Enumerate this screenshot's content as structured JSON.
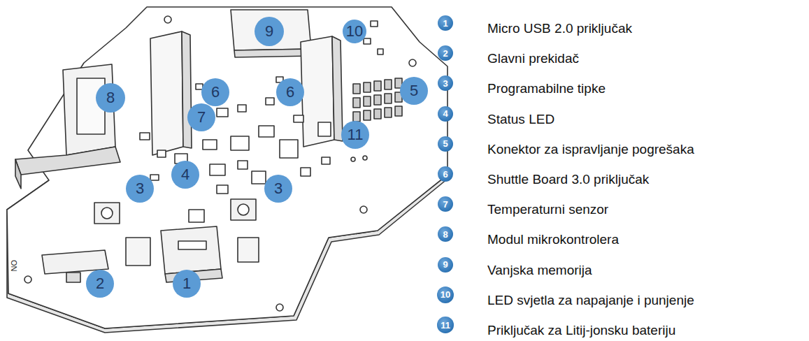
{
  "diagram": {
    "nodes": [
      {
        "text": [
          "9"
        ]
      },
      {
        "text": [
          "10"
        ]
      },
      {
        "text": [
          "6"
        ]
      },
      {
        "text": [
          "6"
        ]
      },
      {
        "text": [
          "5"
        ]
      },
      {
        "text": [
          "8"
        ]
      },
      {
        "text": [
          "7"
        ]
      },
      {
        "text": [
          "11"
        ]
      },
      {
        "text": [
          "4"
        ]
      },
      {
        "text": [
          "3"
        ]
      },
      {
        "text": [
          "3"
        ]
      },
      {
        "text": [
          "2"
        ]
      },
      {
        "text": [
          "1"
        ]
      },
      {
        "text": [
          "1"
        ]
      },
      {
        "text": [
          "2"
        ]
      },
      {
        "text": [
          "3"
        ]
      },
      {
        "text": [
          "4"
        ]
      },
      {
        "text": [
          "5"
        ]
      },
      {
        "text": [
          "6"
        ]
      },
      {
        "text": [
          "7"
        ]
      },
      {
        "text": [
          "8"
        ]
      },
      {
        "text": [
          "9"
        ]
      },
      {
        "text": [
          "10"
        ]
      },
      {
        "text": [
          "11"
        ]
      }
    ],
    "labels": [
      "Micro USB 2.0 priključak",
      "Glavni prekidač",
      "Programabilne tipke",
      "Status LED",
      "Konektor za ispravljanje pogrešaka",
      "Shuttle Board 3.0 priključak",
      "Temperaturni senzor",
      "Modul mikrokontrolera",
      "Vanjska memorija",
      "LED svjetla za napajanje i punjenje",
      "Priključak za Litij-jonsku bateriju",
      "ON"
    ]
  }
}
